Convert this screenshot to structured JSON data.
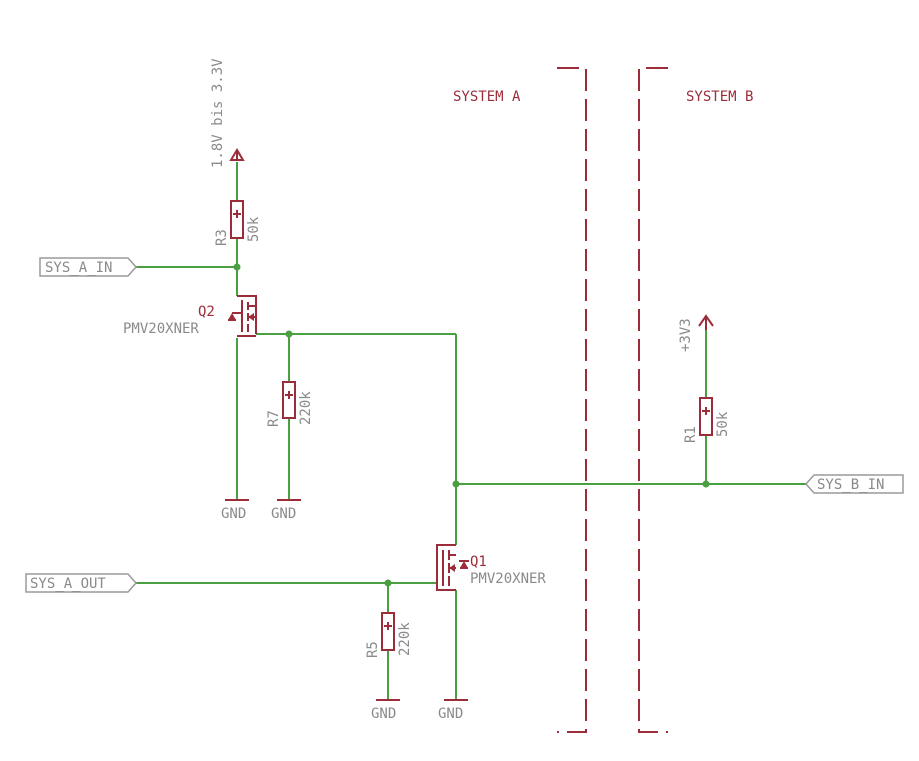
{
  "regions": {
    "system_a": "SYSTEM A",
    "system_b": "SYSTEM B"
  },
  "net_labels": {
    "sys_a_in": "SYS_A_IN",
    "sys_a_out": "SYS_A_OUT",
    "sys_b_in": "SYS_B_IN"
  },
  "supplies": {
    "vcc_a": "1.8V bis 3.3V",
    "vcc_b": "+3V3"
  },
  "resistors": {
    "r3": {
      "ref": "R3",
      "value": "50k"
    },
    "r7": {
      "ref": "R7",
      "value": "220k"
    },
    "r5": {
      "ref": "R5",
      "value": "220k"
    },
    "r1": {
      "ref": "R1",
      "value": "50k"
    }
  },
  "transistors": {
    "q2": {
      "ref": "Q2",
      "part": "PMV20XNER"
    },
    "q1": {
      "ref": "Q1",
      "part": "PMV20XNER"
    }
  },
  "grounds": {
    "gnd": "GND"
  },
  "colors": {
    "wire": "#4aa040",
    "symbol": "#9b2d3a",
    "text": "#8a8a8a",
    "background": "#ffffff"
  }
}
